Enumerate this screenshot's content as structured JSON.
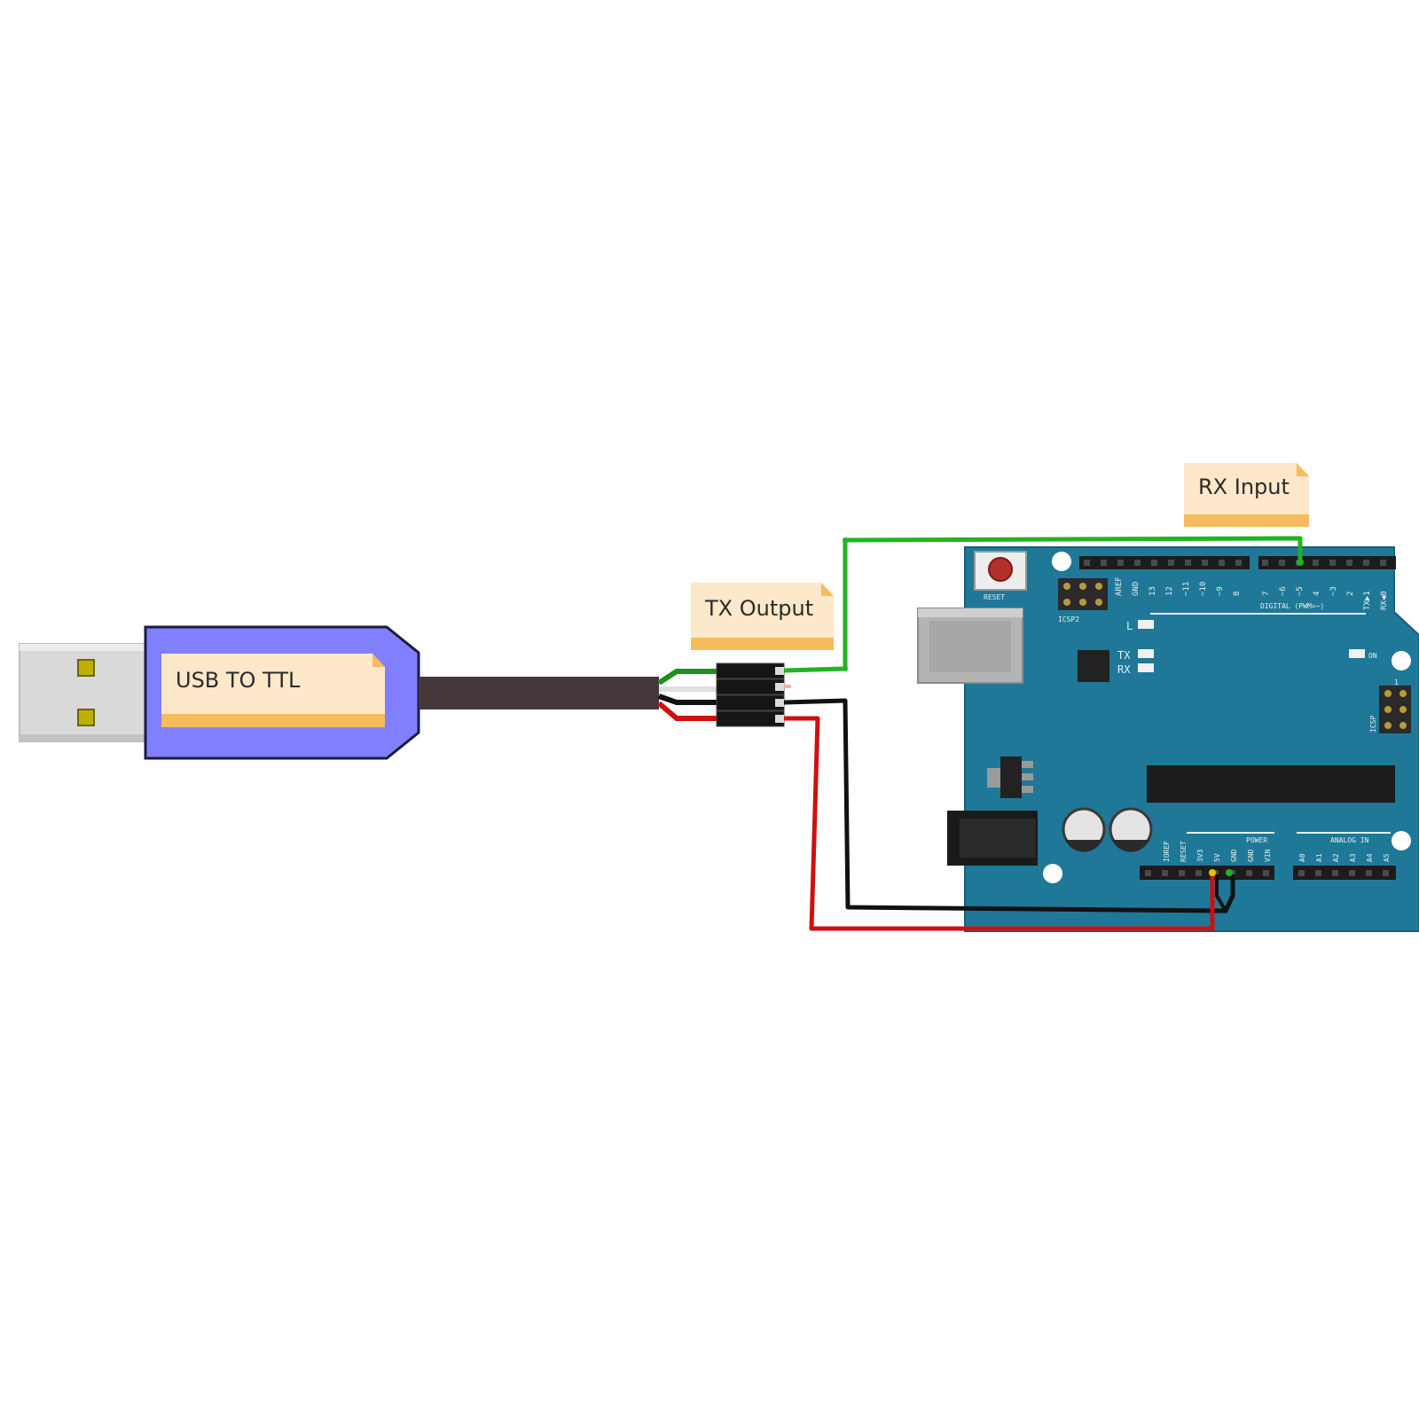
{
  "labels": {
    "usb_to_ttl": "USB TO TTL",
    "tx_output": "TX Output",
    "rx_input": "RX Input"
  },
  "board": {
    "reset": "RESET",
    "icsp2": "ICSP2",
    "icsp": "ICSP",
    "aref": "AREF",
    "gnd": "GND",
    "digital_pins": [
      "13",
      "12",
      "~11",
      "~10",
      "~9",
      "8",
      "7",
      "~6",
      "~5",
      "4",
      "~3",
      "2",
      "TX▶1",
      "RX◀0"
    ],
    "digital": "DIGITAL (PWM=~)",
    "led_l": "L",
    "led_tx": "TX",
    "led_rx": "RX",
    "led_on": "ON",
    "power": "POWER",
    "power_pins": [
      "IOREF",
      "RESET",
      "3V3",
      "5V",
      "GND",
      "GND",
      "VIN"
    ],
    "analog_in": "ANALOG IN",
    "analog_pins": [
      "A0",
      "A1",
      "A2",
      "A3",
      "A4",
      "A5"
    ],
    "icsp_pin1": "1"
  },
  "colors": {
    "background": "#ffffff",
    "adapter_body": "#8080ff",
    "usb_plug": "#d9d9d9",
    "cable": "#45373a",
    "note_paper": "#fde8c9",
    "note_band": "#f6bb5a",
    "board": "#1f7897",
    "wire_tx": "#22b323",
    "wire_gnd": "#111111",
    "wire_vcc": "#cc1111",
    "wire_white": "#f2f2f2"
  }
}
